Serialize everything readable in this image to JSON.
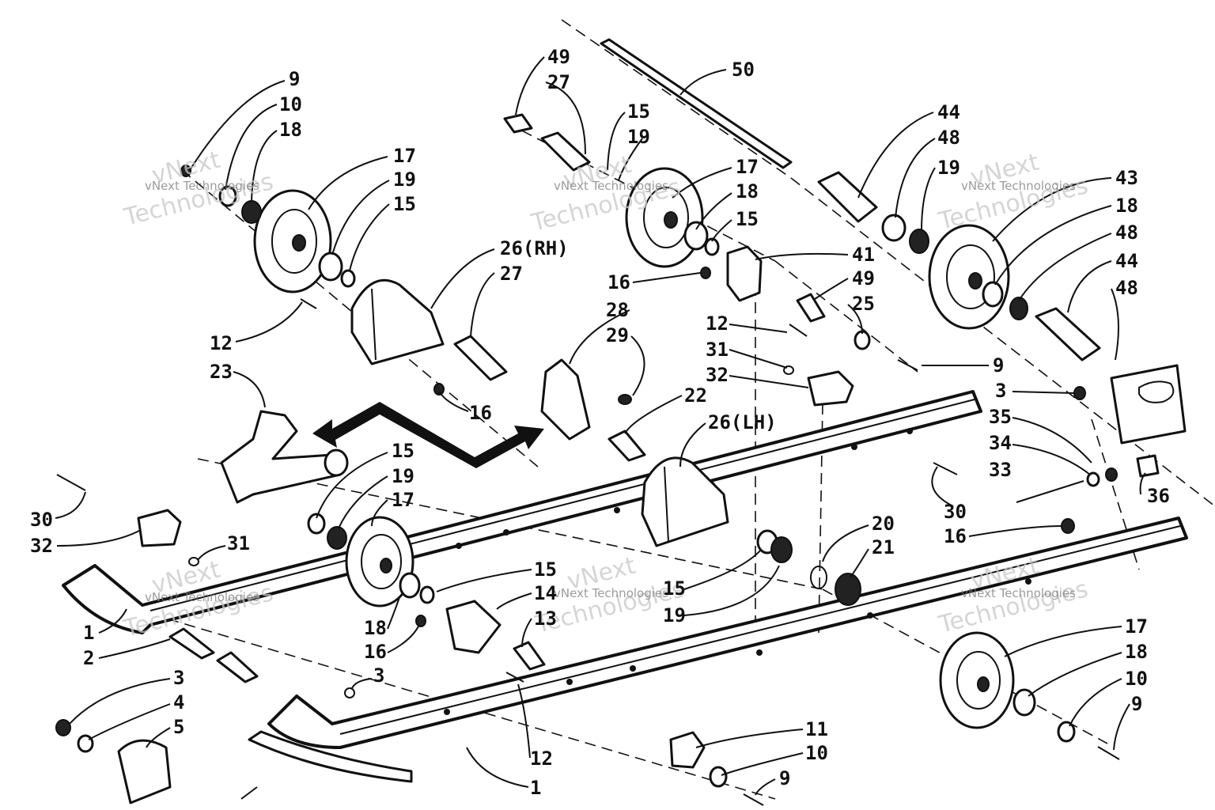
{
  "watermark": {
    "line1": "vNext",
    "line2": "Technologies",
    "small": "vNext Technologies"
  },
  "callouts": [
    {
      "id": "c1",
      "text": "9"
    },
    {
      "id": "c2",
      "text": "10"
    },
    {
      "id": "c3",
      "text": "18"
    },
    {
      "id": "c4",
      "text": "17"
    },
    {
      "id": "c5",
      "text": "19"
    },
    {
      "id": "c6",
      "text": "15"
    },
    {
      "id": "c7",
      "text": "12"
    },
    {
      "id": "c8",
      "text": "23"
    },
    {
      "id": "c9",
      "text": "16"
    },
    {
      "id": "c10",
      "text": "26(RH)"
    },
    {
      "id": "c11",
      "text": "27"
    },
    {
      "id": "c12",
      "text": "49"
    },
    {
      "id": "c13",
      "text": "27"
    },
    {
      "id": "c14",
      "text": "15"
    },
    {
      "id": "c15",
      "text": "19"
    },
    {
      "id": "c16",
      "text": "50"
    },
    {
      "id": "c17",
      "text": "17"
    },
    {
      "id": "c18",
      "text": "18"
    },
    {
      "id": "c19",
      "text": "15"
    },
    {
      "id": "c20",
      "text": "41"
    },
    {
      "id": "c21",
      "text": "49"
    },
    {
      "id": "c22",
      "text": "25"
    },
    {
      "id": "c23",
      "text": "16"
    },
    {
      "id": "c24",
      "text": "28"
    },
    {
      "id": "c25",
      "text": "29"
    },
    {
      "id": "c26",
      "text": "22"
    },
    {
      "id": "c27",
      "text": "26(LH)"
    },
    {
      "id": "c28",
      "text": "12"
    },
    {
      "id": "c29",
      "text": "31"
    },
    {
      "id": "c30",
      "text": "32"
    },
    {
      "id": "c31",
      "text": "9"
    },
    {
      "id": "c32",
      "text": "30"
    },
    {
      "id": "c33",
      "text": "44"
    },
    {
      "id": "c34",
      "text": "48"
    },
    {
      "id": "c35",
      "text": "19"
    },
    {
      "id": "c36",
      "text": "43"
    },
    {
      "id": "c37",
      "text": "18"
    },
    {
      "id": "c38",
      "text": "48"
    },
    {
      "id": "c39",
      "text": "44"
    },
    {
      "id": "c40",
      "text": "48"
    },
    {
      "id": "c41",
      "text": "3"
    },
    {
      "id": "c42",
      "text": "35"
    },
    {
      "id": "c43",
      "text": "34"
    },
    {
      "id": "c44",
      "text": "33"
    },
    {
      "id": "c45",
      "text": "36"
    },
    {
      "id": "c46",
      "text": "16"
    },
    {
      "id": "c47",
      "text": "30"
    },
    {
      "id": "c48",
      "text": "32"
    },
    {
      "id": "c49",
      "text": "31"
    },
    {
      "id": "c50",
      "text": "15"
    },
    {
      "id": "c51",
      "text": "19"
    },
    {
      "id": "c52",
      "text": "17"
    },
    {
      "id": "c53",
      "text": "1"
    },
    {
      "id": "c54",
      "text": "2"
    },
    {
      "id": "c55",
      "text": "18"
    },
    {
      "id": "c56",
      "text": "16"
    },
    {
      "id": "c57",
      "text": "15"
    },
    {
      "id": "c58",
      "text": "14"
    },
    {
      "id": "c59",
      "text": "13"
    },
    {
      "id": "c60",
      "text": "15"
    },
    {
      "id": "c61",
      "text": "19"
    },
    {
      "id": "c62",
      "text": "20"
    },
    {
      "id": "c63",
      "text": "21"
    },
    {
      "id": "c64",
      "text": "3"
    },
    {
      "id": "c65",
      "text": "4"
    },
    {
      "id": "c66",
      "text": "5"
    },
    {
      "id": "c67",
      "text": "3"
    },
    {
      "id": "c68",
      "text": "12"
    },
    {
      "id": "c69",
      "text": "1"
    },
    {
      "id": "c70",
      "text": "11"
    },
    {
      "id": "c71",
      "text": "10"
    },
    {
      "id": "c72",
      "text": "9"
    },
    {
      "id": "c73",
      "text": "17"
    },
    {
      "id": "c74",
      "text": "18"
    },
    {
      "id": "c75",
      "text": "10"
    },
    {
      "id": "c76",
      "text": "9"
    }
  ]
}
